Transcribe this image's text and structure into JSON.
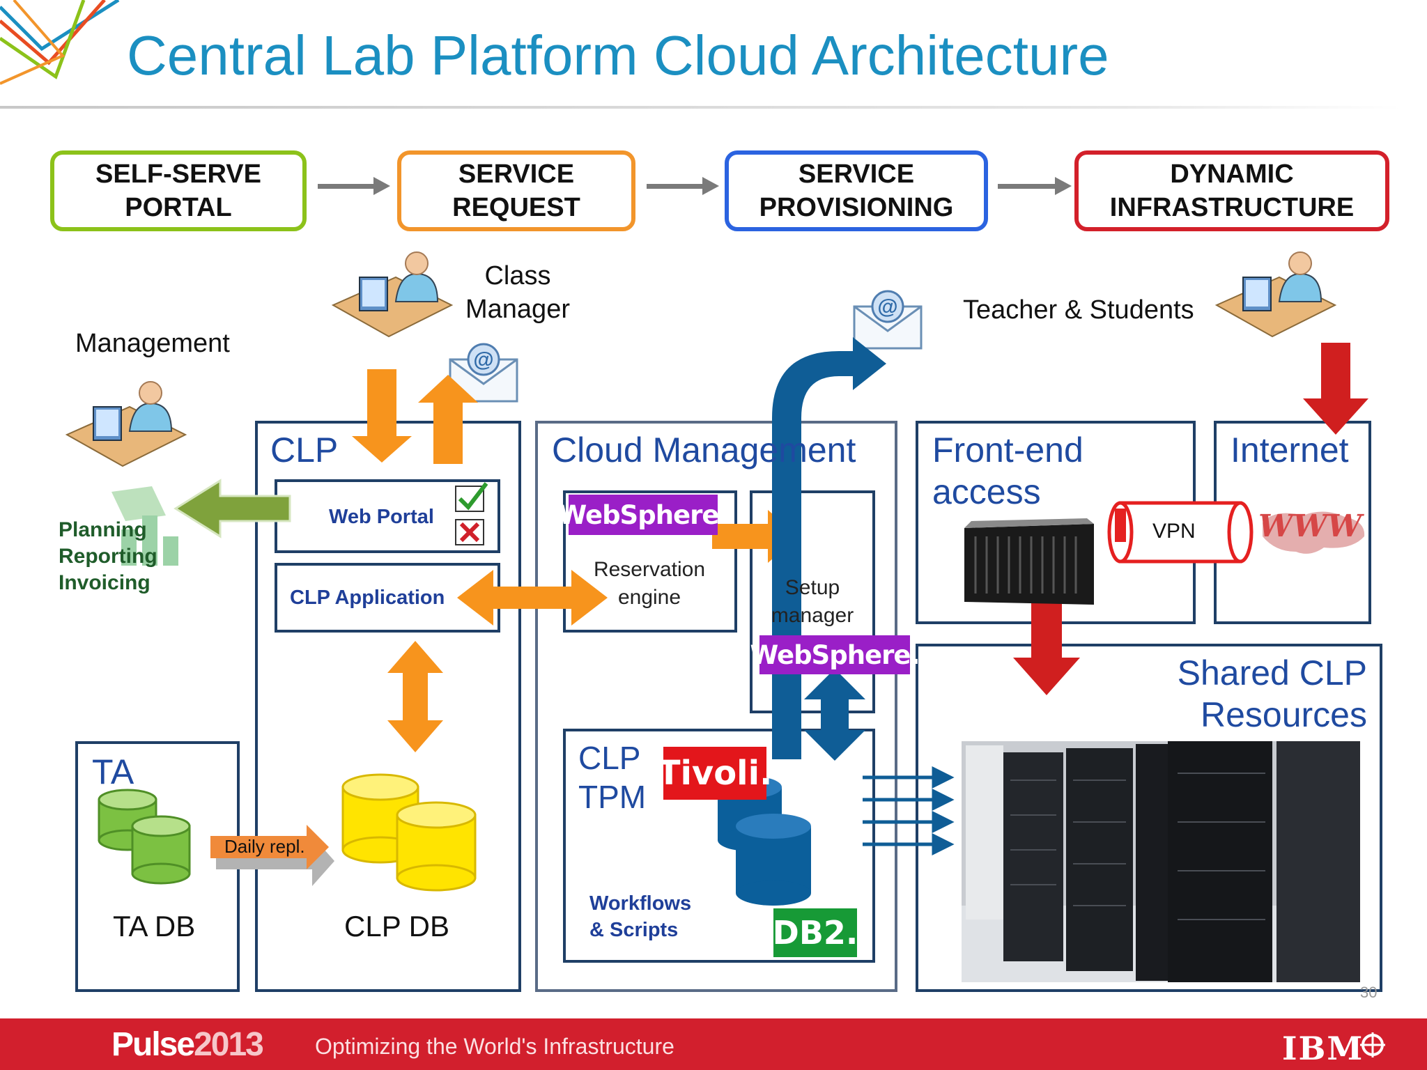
{
  "title": "Central Lab Platform Cloud Architecture",
  "phases": [
    {
      "label": "SELF-SERVE\nPORTAL",
      "color": "#8cc21a"
    },
    {
      "label": "SERVICE\nREQUEST",
      "color": "#f2952b"
    },
    {
      "label": "SERVICE\nPROVISIONING",
      "color": "#2b63e0"
    },
    {
      "label": "DYNAMIC\nINFRASTRUCTURE",
      "color": "#d3202a"
    }
  ],
  "actors": {
    "class_manager": "Class\nManager",
    "management": "Management",
    "teacher_students": "Teacher & Students"
  },
  "clp": {
    "title": "CLP",
    "web_portal": "Web Portal",
    "clp_application": "CLP Application",
    "clp_db": "CLP DB"
  },
  "management_outputs": "Planning\nReporting\nInvoicing",
  "ta": {
    "title": "TA",
    "db_label": "TA DB",
    "daily_repl": "Daily repl."
  },
  "cloud_management": {
    "title": "Cloud Management",
    "websphere": "WebSphere.",
    "reservation_engine": "Reservation\nengine",
    "setup_manager": "Setup\nmanager",
    "websphere2": "WebSphere.",
    "tpm_title": "CLP\nTPM",
    "tivoli": "Tivoli.",
    "workflows": "Workflows\n& Scripts",
    "db2": "DB2."
  },
  "front_end": {
    "title": "Front-end\naccess",
    "vpn": "VPN"
  },
  "internet": {
    "title": "Internet",
    "www": "WWW"
  },
  "shared": {
    "title": "Shared CLP\nResources"
  },
  "footer": {
    "pulse": "Pulse",
    "year": "2013",
    "tagline": "Optimizing the World's Infrastructure",
    "ibm": "IBM",
    "page": "30"
  },
  "colors": {
    "title_blue": "#1b8fc1",
    "panel_border": "#1f3f66",
    "orange_arrow": "#f7941d",
    "green_arrow": "#7fa23c",
    "blue_arrow": "#0f5d96",
    "red_arrow": "#d01f1f",
    "db_yellow": "#ffe400",
    "db_green": "#7cc142",
    "db_blue": "#0b5f9b",
    "footer_red": "#d21f2d"
  },
  "icons": [
    "person-at-computer-icon",
    "email-icon",
    "check-icon",
    "x-mark-icon",
    "chart-icon",
    "server-rack-icon",
    "world-map-icon"
  ]
}
